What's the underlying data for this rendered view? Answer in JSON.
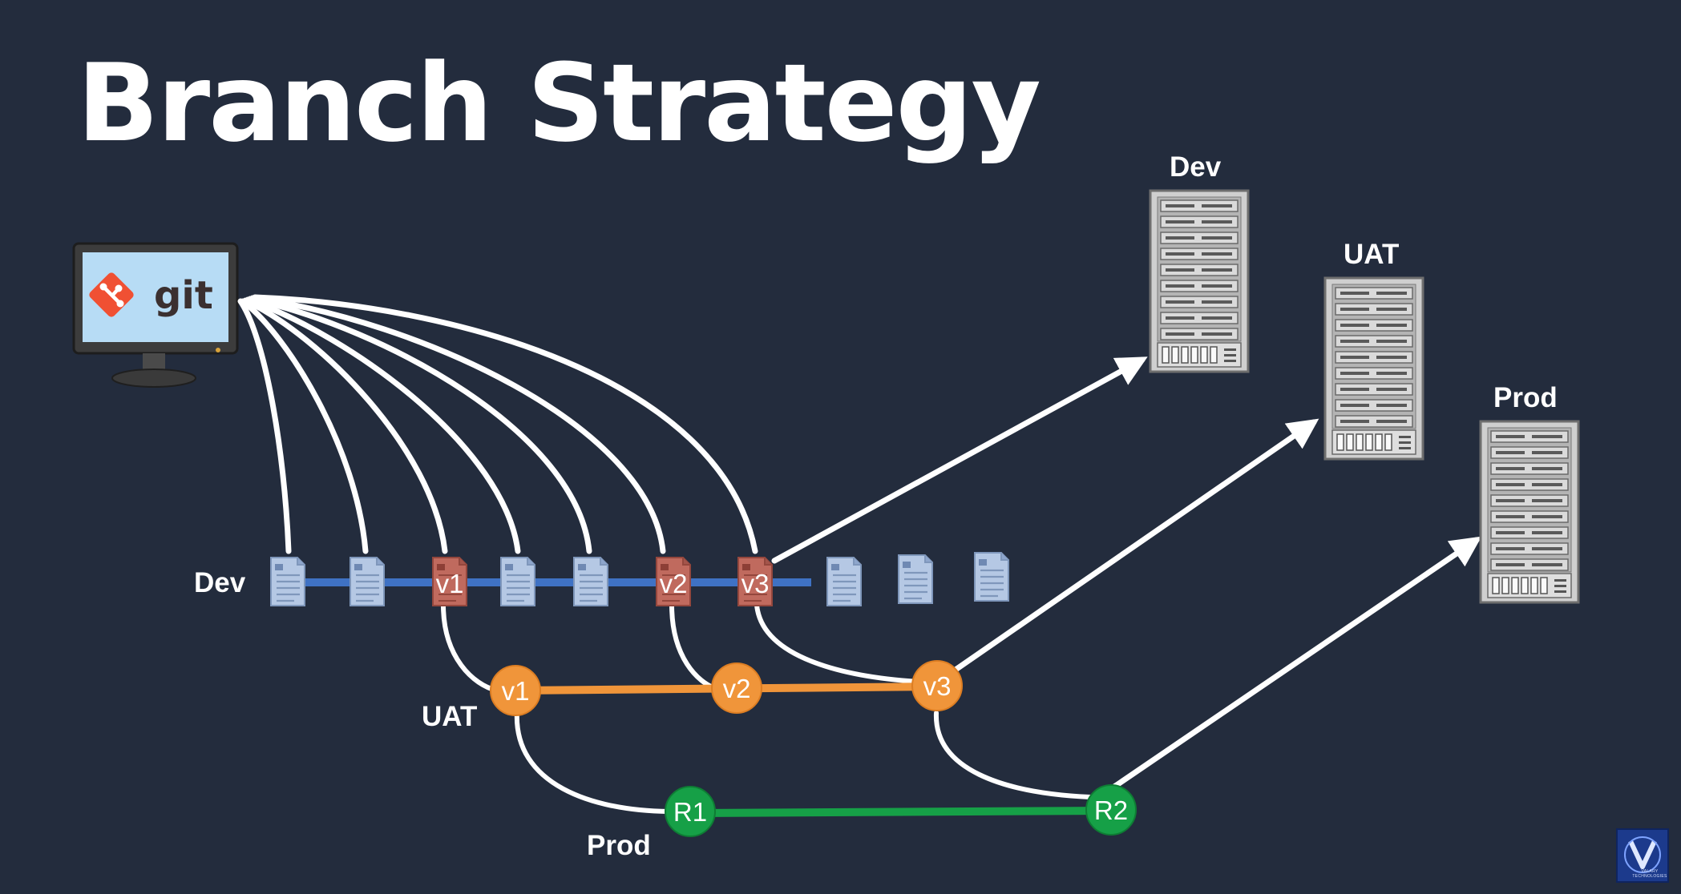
{
  "title": "Branch Strategy",
  "git_logo_text": "git",
  "branches": {
    "dev": {
      "label": "Dev",
      "color": "#3f72c4"
    },
    "uat": {
      "label": "UAT",
      "color": "#f0953a",
      "nodes": [
        "v1",
        "v2",
        "v3"
      ]
    },
    "prod": {
      "label": "Prod",
      "color": "#16a047",
      "nodes": [
        "R1",
        "R2"
      ]
    }
  },
  "dev_versions": [
    "v1",
    "v2",
    "v3"
  ],
  "servers": {
    "dev": "Dev",
    "uat": "UAT",
    "prod": "Prod"
  },
  "brand_logo_text": "VALARY TECHNOLOGIES",
  "colors": {
    "background": "#232c3d",
    "line": "#ffffff",
    "file_plain": "#b5c8e4",
    "file_version": "#c06a5e",
    "git_accent": "#f05033",
    "server": "#d2d2d2"
  }
}
